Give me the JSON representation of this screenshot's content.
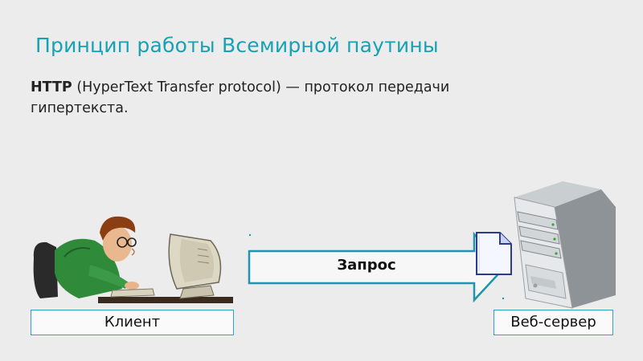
{
  "slide": {
    "title": "Принцип работы Всемирной паутины",
    "definition": {
      "term": "HTTP",
      "rest_line1": " (HyperText Transfer protocol) — протокол передачи",
      "line2": "гипертекста."
    }
  },
  "diagram": {
    "request_label": "Запрос",
    "client_label": "Клиент",
    "server_label": "Веб-сервер"
  },
  "colors": {
    "accent": "#17a1b4",
    "box_border": "#2aa6bb",
    "arrow_border": "#1f95ad"
  },
  "icons": [
    "person-at-computer-illustration",
    "document-icon",
    "server-tower-illustration"
  ]
}
